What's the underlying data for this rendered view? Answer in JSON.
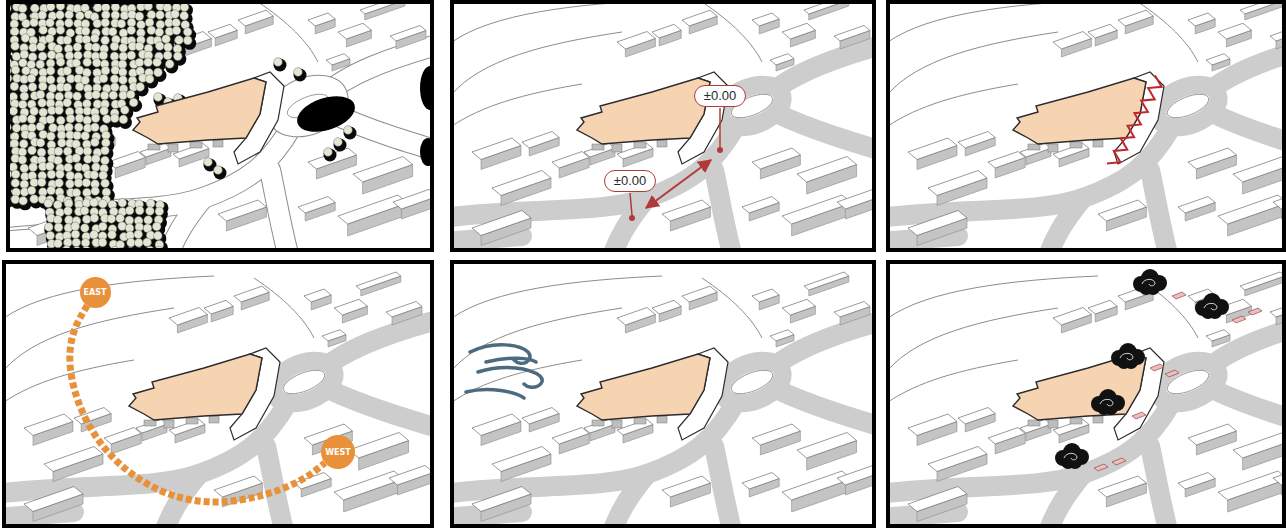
{
  "diagram": {
    "nodes": [
      {
        "text": [
          "±0.00"
        ]
      },
      {
        "text": [
          "±0.00"
        ]
      },
      {
        "text": [
          "EAST"
        ]
      },
      {
        "text": [
          "WEST"
        ]
      }
    ],
    "edges": [
      {
        "from": 2,
        "to": 3,
        "arrow": "none"
      }
    ]
  }
}
